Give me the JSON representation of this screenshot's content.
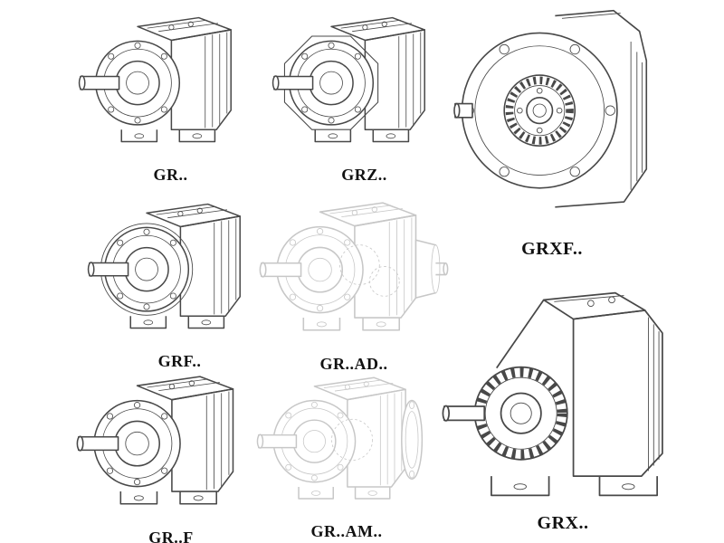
{
  "page": {
    "background": "#ffffff",
    "line_color": "#484848",
    "ghost_line_color": "#c7c7c7",
    "label_color": "#111111"
  },
  "models": [
    {
      "id": "gr",
      "label": "GR..",
      "style": "solid",
      "drawing": "foot-mounted-helical-gear-unit"
    },
    {
      "id": "grz",
      "label": "GRZ..",
      "style": "solid",
      "drawing": "foot-mounted-helical-gear-unit-with-flange-plate"
    },
    {
      "id": "grxf",
      "label": "GRXF..",
      "style": "solid",
      "drawing": "flange-mounted-helical-gear-unit-front-view"
    },
    {
      "id": "grf",
      "label": "GRF..",
      "style": "solid",
      "drawing": "flange-foot-helical-gear-unit"
    },
    {
      "id": "gr-ad",
      "label": "GR..AD..",
      "style": "ghost",
      "drawing": "helical-gear-unit-with-input-adapter-phantom"
    },
    {
      "id": "gr-f",
      "label": "GR..F",
      "style": "solid",
      "drawing": "foot-mounted-helical-gear-unit"
    },
    {
      "id": "gr-am",
      "label": "GR..AM..",
      "style": "ghost",
      "drawing": "helical-gear-unit-with-motor-flange-phantom"
    },
    {
      "id": "grx",
      "label": "GRX..",
      "style": "solid",
      "drawing": "large-foot-mounted-helical-gear-unit"
    }
  ]
}
